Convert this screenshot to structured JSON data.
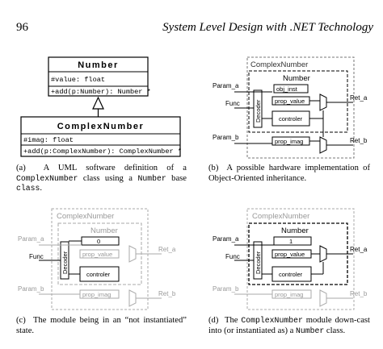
{
  "header": {
    "page_number": "96",
    "book_title": "System Level Design with .NET Technology"
  },
  "uml": {
    "parent": {
      "name": "Number",
      "attribute": "#value: float",
      "method": "+add(p:Number): Number *"
    },
    "child": {
      "name": "ComplexNumber",
      "attribute": "#imag: float",
      "method": "+add(p:ComplexNumber): ComplexNumber *"
    }
  },
  "hardware": {
    "outer_label": "ComplexNumber",
    "inner_label": "Number",
    "inputs": {
      "param_a": "Param_a",
      "func": "Func",
      "param_b": "Param_b"
    },
    "outputs": {
      "ret_a": "Ret_a",
      "ret_b": "Ret_b"
    },
    "decoder": "Decoder",
    "controller": "controler",
    "prop_value": "prop_value",
    "prop_imag": "prop_imag",
    "obj_inst_b": "obj_inst",
    "obj_inst_c": "0",
    "obj_inst_d": "1"
  },
  "captions": {
    "a": {
      "tag": "(a)",
      "parts": [
        "A UML software definition of a ",
        "ComplexNumber",
        " class using a ",
        "Number",
        " base ",
        "class",
        "."
      ]
    },
    "b": {
      "tag": "(b)",
      "text": "A possible hardware implementation of Object-Oriented inheritance."
    },
    "c": {
      "tag": "(c)",
      "text": "The module being in an “not instantiated” state."
    },
    "d": {
      "tag": "(d)",
      "parts": [
        "The ",
        "ComplexNumber",
        " module down-cast into (or instantiated as) a ",
        "Number",
        " class."
      ]
    }
  }
}
